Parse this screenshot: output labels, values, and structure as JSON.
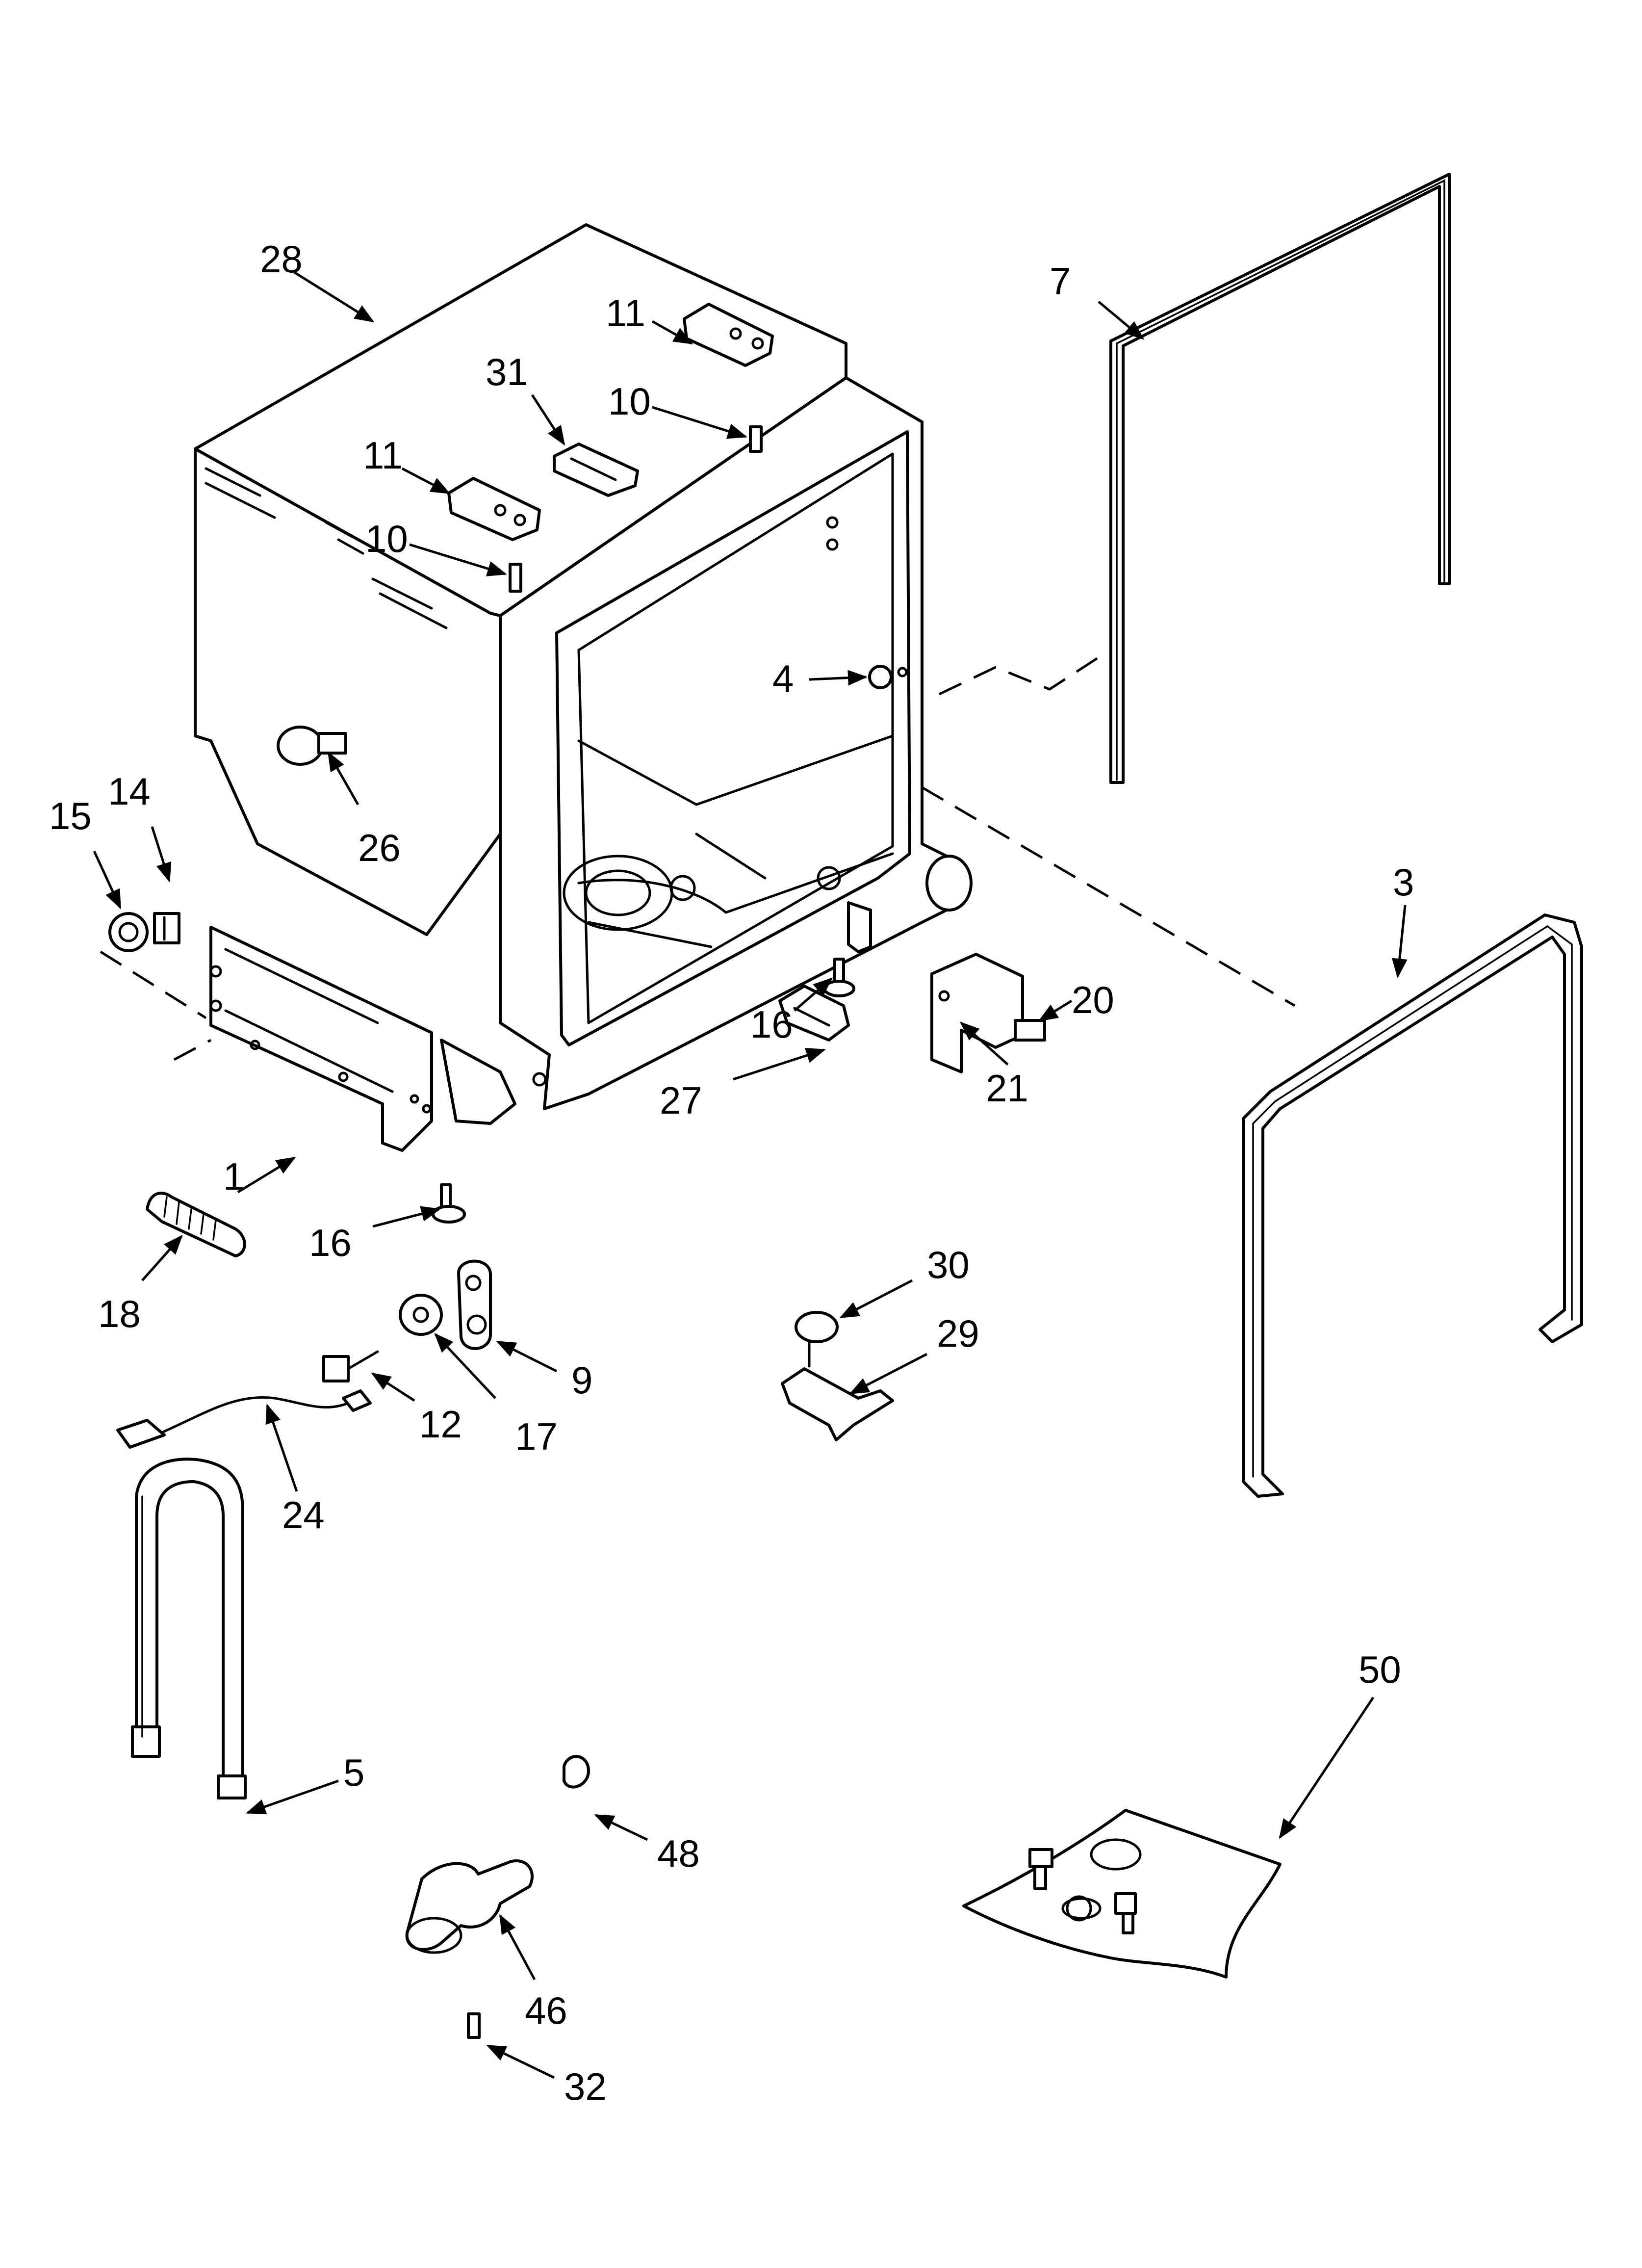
{
  "callouts": [
    {
      "key": "p28",
      "text": "28"
    },
    {
      "key": "p7",
      "text": "7"
    },
    {
      "key": "p11a",
      "text": "11"
    },
    {
      "key": "p10a",
      "text": "10"
    },
    {
      "key": "p31",
      "text": "31"
    },
    {
      "key": "p11b",
      "text": "11"
    },
    {
      "key": "p10b",
      "text": "10"
    },
    {
      "key": "p4",
      "text": "4"
    },
    {
      "key": "p26",
      "text": "26"
    },
    {
      "key": "p15",
      "text": "15"
    },
    {
      "key": "p14",
      "text": "14"
    },
    {
      "key": "p3",
      "text": "3"
    },
    {
      "key": "p20",
      "text": "20"
    },
    {
      "key": "p21",
      "text": "21"
    },
    {
      "key": "p16a",
      "text": "16"
    },
    {
      "key": "p27",
      "text": "27"
    },
    {
      "key": "p1",
      "text": "1"
    },
    {
      "key": "p16b",
      "text": "16"
    },
    {
      "key": "p18",
      "text": "18"
    },
    {
      "key": "p30",
      "text": "30"
    },
    {
      "key": "p29",
      "text": "29"
    },
    {
      "key": "p9",
      "text": "9"
    },
    {
      "key": "p12",
      "text": "12"
    },
    {
      "key": "p17",
      "text": "17"
    },
    {
      "key": "p24",
      "text": "24"
    },
    {
      "key": "p50",
      "text": "50"
    },
    {
      "key": "p5",
      "text": "5"
    },
    {
      "key": "p48",
      "text": "48"
    },
    {
      "key": "p46",
      "text": "46"
    },
    {
      "key": "p32",
      "text": "32"
    }
  ]
}
